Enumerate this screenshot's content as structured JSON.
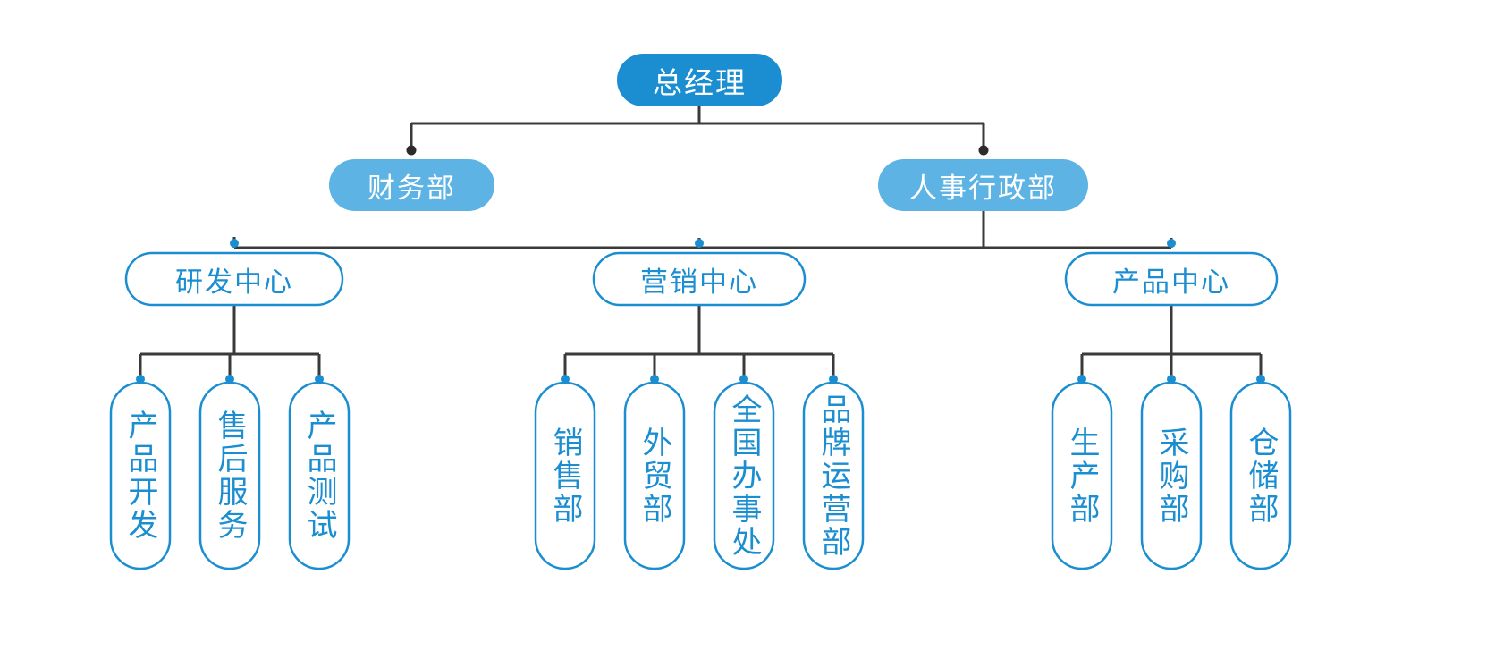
{
  "diagram": {
    "type": "organization-chart",
    "title": "",
    "orientation": "top-down",
    "background": "#ffffff",
    "colors": {
      "level1_fill": "#1a8ed1",
      "level2_fill": "#5cb3e4",
      "level3_stroke": "#1a8ed1",
      "leaf_stroke": "#1a8ed1",
      "node_text_light": "#ffffff",
      "node_text_blue": "#1a8ed1",
      "connector": "#3a3a3a",
      "connector_dot_dark": "#2b2b2b",
      "connector_dot_blue": "#1a8ed1"
    }
  },
  "nodes": {
    "root": {
      "label": "总经理",
      "level": 1
    },
    "level2": [
      {
        "label": "财务部",
        "level": 2
      },
      {
        "label": "人事行政部",
        "level": 2
      }
    ],
    "level3": [
      {
        "label": "研发中心",
        "level": 3
      },
      {
        "label": "营销中心",
        "level": 3
      },
      {
        "label": "产品中心",
        "level": 3
      }
    ],
    "groups": [
      {
        "parent": "研发中心",
        "leaves": [
          {
            "label": "产品开发"
          },
          {
            "label": "售后服务"
          },
          {
            "label": "产品测试"
          }
        ]
      },
      {
        "parent": "营销中心",
        "leaves": [
          {
            "label": "销售部"
          },
          {
            "label": "外贸部"
          },
          {
            "label": "全国办事处"
          },
          {
            "label": "品牌运营部"
          }
        ]
      },
      {
        "parent": "产品中心",
        "leaves": [
          {
            "label": "生产部"
          },
          {
            "label": "采购部"
          },
          {
            "label": "仓储部"
          }
        ]
      }
    ]
  }
}
